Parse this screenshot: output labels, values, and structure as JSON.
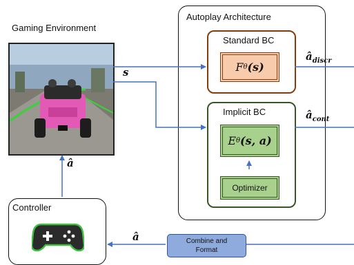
{
  "environment": {
    "title": "Gaming Environment"
  },
  "architecture": {
    "title": "Autoplay Architecture",
    "standard_bc": {
      "title": "Standard BC",
      "func": "F",
      "func_sub": "θ",
      "func_args": "(s)"
    },
    "implicit_bc": {
      "title": "Implicit BC",
      "func": "E",
      "func_sub": "θ",
      "func_args": "(s, a)",
      "optimizer": "Optimizer"
    }
  },
  "controller": {
    "title": "Controller"
  },
  "combine": {
    "line1": "Combine and",
    "line2": "Format"
  },
  "signals": {
    "s": "s",
    "a_hat": "â",
    "a_discr": "â",
    "a_discr_sub": "discr",
    "a_cont": "â",
    "a_cont_sub": "cont"
  },
  "colors": {
    "arrow": "#4472c4",
    "standard_border": "#843c0c",
    "standard_fill": "#f8cbad",
    "implicit_border": "#375623",
    "implicit_fill": "#a9d18e",
    "combine_fill": "#8faadc"
  }
}
